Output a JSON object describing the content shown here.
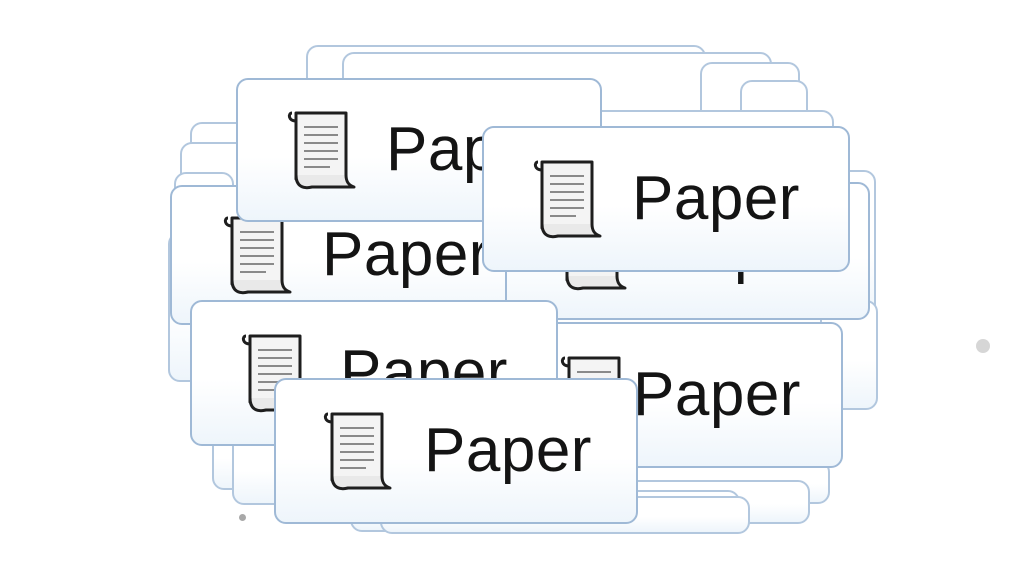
{
  "tiles": [
    {
      "label": "Paper",
      "icon": "paper-scroll-icon"
    },
    {
      "label": "Paper",
      "icon": "paper-scroll-icon"
    },
    {
      "label": "Paper",
      "icon": "paper-scroll-icon"
    },
    {
      "label": "Paper",
      "icon": "paper-scroll-icon"
    },
    {
      "label": "Paper",
      "icon": "paper-scroll-icon"
    },
    {
      "label": "Paper",
      "icon": "paper-scroll-icon"
    },
    {
      "label": "Paper",
      "icon": "paper-scroll-icon"
    }
  ],
  "colors": {
    "tile_border": "#9fb9d6",
    "tile_fill_top": "#ffffff",
    "tile_fill_bottom": "#eef5fb",
    "label": "#141414",
    "background": "#ffffff"
  }
}
